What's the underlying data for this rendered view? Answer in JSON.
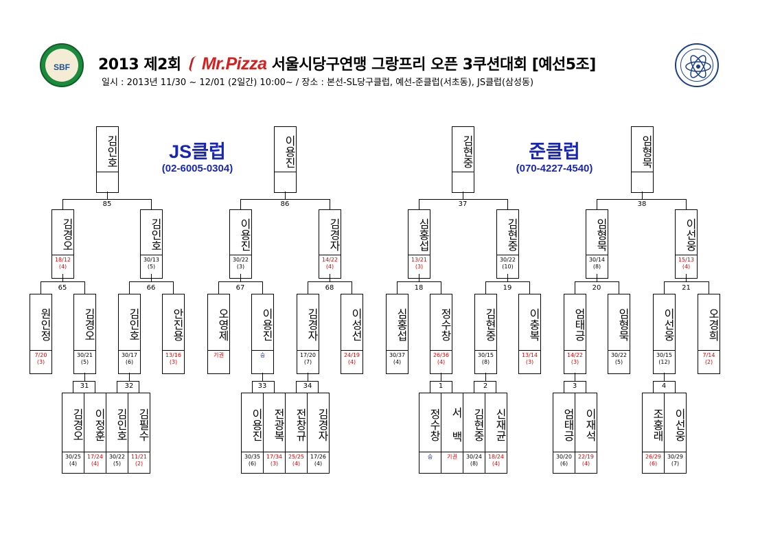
{
  "header": {
    "title_prefix": "2013 제2회",
    "sponsor": "Mr.Pizza",
    "title_suffix": "서울시당구연맹 그랑프리 오픈 3쿠션대회 [예선5조]",
    "subtitle": "일시 : 2013년 11/30 ~ 12/01 (2일간) 10:00~ / 장소 : 본선-SL당구클럽, 예선-준클럽(서초동), JS클럽(삼성동)",
    "logo_left_text": "SBF",
    "logo_right_icon": "atom-emblem-icon"
  },
  "clubs": [
    {
      "name": "JS클럽",
      "phone": "(02-6005-0304)"
    },
    {
      "name": "준클럽",
      "phone": "(070-4227-4540)"
    }
  ],
  "colors": {
    "loss": "#e00000",
    "win": "#1826b8",
    "club": "#1826b8"
  },
  "bracket": {
    "finals": [
      {
        "name": "김인호",
        "score": "",
        "match": "85"
      },
      {
        "name": "이용진",
        "score": "",
        "match": "86"
      },
      {
        "name": "김현중",
        "score": "",
        "match": "37"
      },
      {
        "name": "임형묵",
        "score": "",
        "match": "38"
      }
    ],
    "round2": [
      {
        "name": "김경오",
        "score": "18/12",
        "rank": "(4)",
        "result": "loss"
      },
      {
        "name": "김인호",
        "score": "30/13",
        "rank": "(5)",
        "result": "normal"
      },
      {
        "name": "이용진",
        "score": "30/22",
        "rank": "(3)",
        "result": "normal"
      },
      {
        "name": "김경자",
        "score": "14/22",
        "rank": "(4)",
        "result": "loss"
      },
      {
        "name": "심홍섭",
        "score": "13/21",
        "rank": "(3)",
        "result": "loss"
      },
      {
        "name": "김현중",
        "score": "30/22",
        "rank": "(10)",
        "result": "normal"
      },
      {
        "name": "임형묵",
        "score": "30/14",
        "rank": "(8)",
        "result": "normal"
      },
      {
        "name": "이선웅",
        "score": "15/13",
        "rank": "(4)",
        "result": "loss"
      }
    ],
    "round2_matches": [
      "65",
      "66",
      "67",
      "68",
      "18",
      "19",
      "20",
      "21"
    ],
    "round1": [
      {
        "name": "원인정",
        "score": "7/20",
        "rank": "(3)",
        "result": "loss"
      },
      {
        "name": "김경오",
        "score": "30/21",
        "rank": "(5)",
        "result": "normal"
      },
      {
        "name": "김인호",
        "score": "30/17",
        "rank": "(6)",
        "result": "normal"
      },
      {
        "name": "안진용",
        "score": "13/16",
        "rank": "(3)",
        "result": "loss"
      },
      {
        "name": "오영제",
        "score": "기권",
        "rank": "",
        "result": "loss"
      },
      {
        "name": "이용진",
        "score": "승",
        "rank": "",
        "result": "win"
      },
      {
        "name": "김경자",
        "score": "17/20",
        "rank": "(7)",
        "result": "normal"
      },
      {
        "name": "이성선",
        "score": "24/19",
        "rank": "(4)",
        "result": "loss"
      },
      {
        "name": "심홍섭",
        "score": "30/37",
        "rank": "(4)",
        "result": "normal"
      },
      {
        "name": "정수창",
        "score": "26/36",
        "rank": "(4)",
        "result": "loss"
      },
      {
        "name": "김현중",
        "score": "30/15",
        "rank": "(8)",
        "result": "normal"
      },
      {
        "name": "이충복",
        "score": "13/14",
        "rank": "(3)",
        "result": "loss"
      },
      {
        "name": "엄태긍",
        "score": "14/22",
        "rank": "(3)",
        "result": "loss"
      },
      {
        "name": "임형묵",
        "score": "30/22",
        "rank": "(5)",
        "result": "normal"
      },
      {
        "name": "이선웅",
        "score": "30/15",
        "rank": "(12)",
        "result": "normal"
      },
      {
        "name": "오경희",
        "score": "7/14",
        "rank": "(2)",
        "result": "loss"
      }
    ],
    "round1_matches": [
      "31",
      "32",
      "33",
      "34",
      "1",
      "2",
      "3",
      "4"
    ],
    "qualifiers": [
      {
        "name": "김경오",
        "score": "30/25",
        "rank": "(4)",
        "result": "normal"
      },
      {
        "name": "이정훈",
        "score": "17/24",
        "rank": "(4)",
        "result": "loss"
      },
      {
        "name": "김인호",
        "score": "30/22",
        "rank": "(5)",
        "result": "normal"
      },
      {
        "name": "김필수",
        "score": "11/21",
        "rank": "(2)",
        "result": "loss"
      },
      {
        "name": "이용진",
        "score": "30/35",
        "rank": "(6)",
        "result": "normal"
      },
      {
        "name": "전광복",
        "score": "17/34",
        "rank": "(3)",
        "result": "loss"
      },
      {
        "name": "전창규",
        "score": "25/25",
        "rank": "(4)",
        "result": "loss"
      },
      {
        "name": "김경자",
        "score": "17/26",
        "rank": "(4)",
        "result": "normal"
      },
      {
        "name": "정수창",
        "score": "승",
        "rank": "",
        "result": "win"
      },
      {
        "name": "서 백",
        "score": "기권",
        "rank": "",
        "result": "loss"
      },
      {
        "name": "김현중",
        "score": "30/24",
        "rank": "(8)",
        "result": "normal"
      },
      {
        "name": "신재균",
        "score": "18/24",
        "rank": "(4)",
        "result": "loss"
      },
      {
        "name": "엄태긍",
        "score": "30/20",
        "rank": "(6)",
        "result": "normal"
      },
      {
        "name": "이재석",
        "score": "22/19",
        "rank": "(4)",
        "result": "loss"
      },
      {
        "name": "조홍래",
        "score": "26/29",
        "rank": "(6)",
        "result": "loss"
      },
      {
        "name": "이선웅",
        "score": "30/29",
        "rank": "(7)",
        "result": "normal"
      }
    ]
  }
}
